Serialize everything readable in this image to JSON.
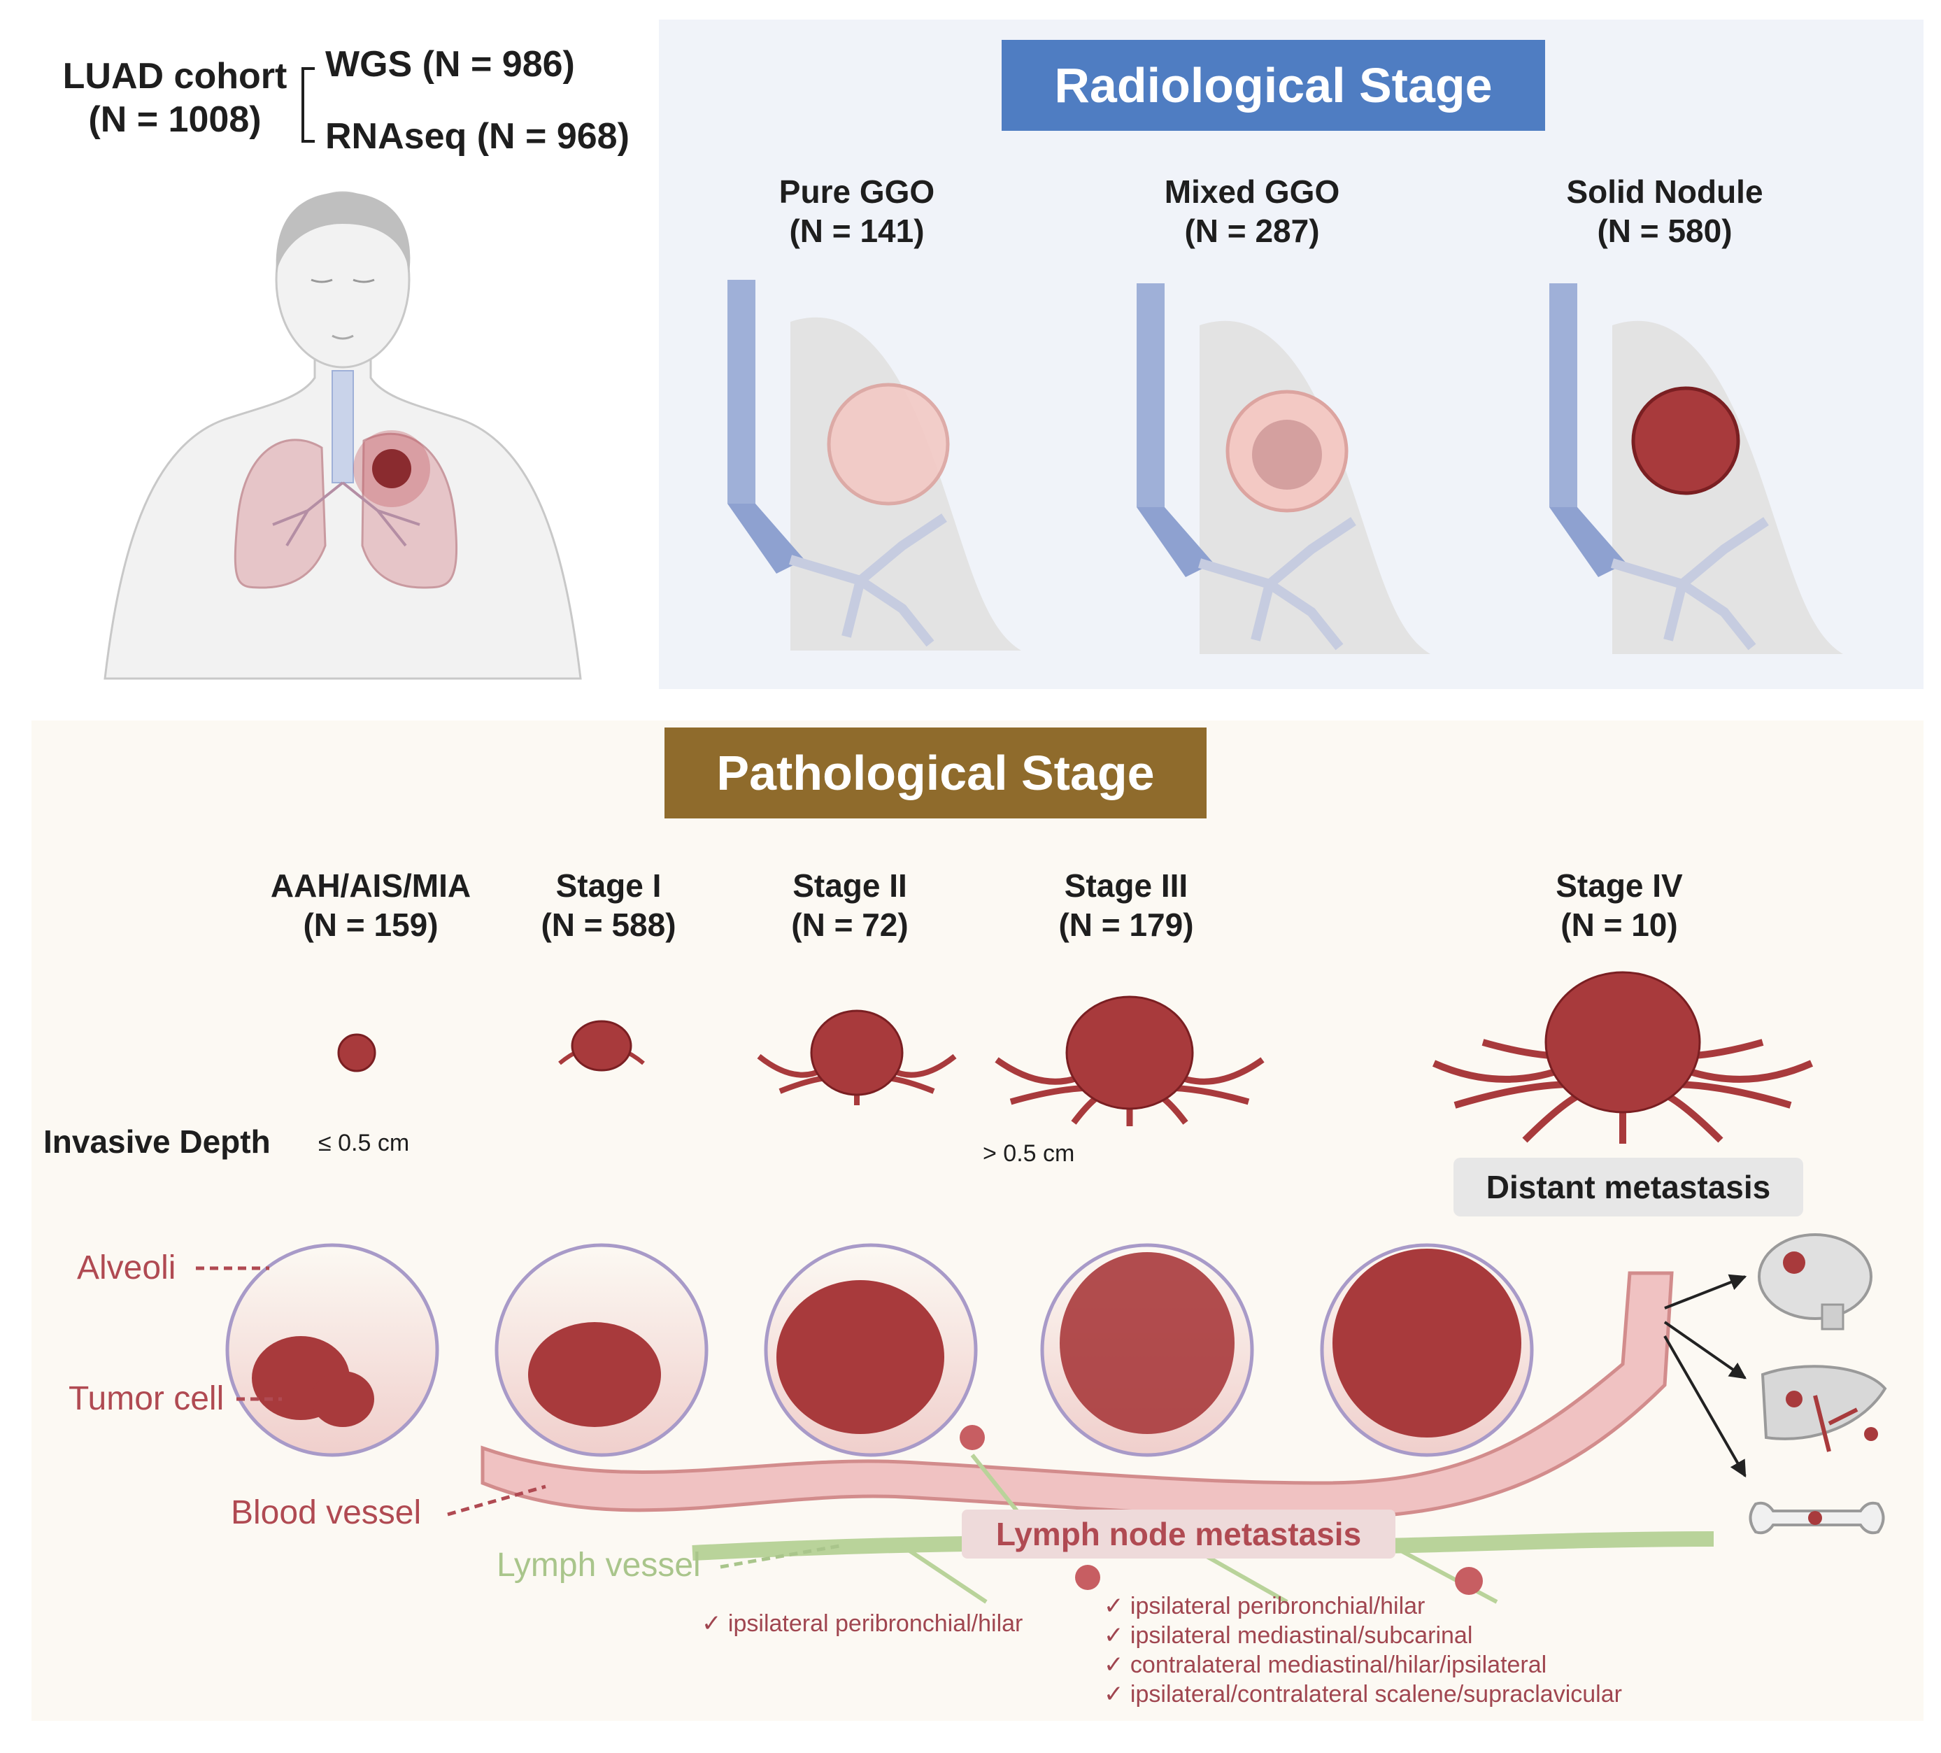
{
  "cohort": {
    "title": "LUAD cohort",
    "count": "(N = 1008)",
    "wgs": "WGS (N = 986)",
    "rnaseq": "RNAseq (N = 968)"
  },
  "radiological": {
    "banner": "Radiological Stage",
    "banner_color": "#4f7dc2",
    "panel_color": "#f0f3f9",
    "stages": [
      {
        "name": "Pure GGO",
        "count": "(N = 141)"
      },
      {
        "name": "Mixed GGO",
        "count": "(N = 287)"
      },
      {
        "name": "Solid Nodule",
        "count": "(N = 580)"
      }
    ]
  },
  "pathological": {
    "banner": "Pathological Stage",
    "banner_color": "#8f6b2c",
    "panel_color": "#fcf9f3",
    "stages": [
      {
        "name": "AAH/AIS/MIA",
        "count": "(N = 159)"
      },
      {
        "name": "Stage I",
        "count": "(N = 588)"
      },
      {
        "name": "Stage II",
        "count": "(N = 72)"
      },
      {
        "name": "Stage III",
        "count": "(N = 179)"
      },
      {
        "name": "Stage IV",
        "count": "(N = 10)"
      }
    ],
    "invasive_depth": {
      "label": "Invasive Depth",
      "shallow": "≤ 0.5 cm",
      "deep": "> 0.5 cm"
    },
    "labels": {
      "alveoli": "Alveoli",
      "tumor_cell": "Tumor cell",
      "blood_vessel": "Blood vessel",
      "lymph_vessel": "Lymph vessel",
      "distant_metastasis": "Distant metastasis",
      "lymph_node_metastasis": "Lymph node metastasis"
    },
    "n1_sites": [
      "✓ ipsilateral peribronchial/hilar"
    ],
    "n2_sites": [
      "✓ ipsilateral peribronchial/hilar",
      "✓ ipsilateral mediastinal/subcarinal",
      "✓ contralateral mediastinal/hilar/ipsilateral",
      "✓ ipsilateral/contralateral scalene/supraclavicular"
    ]
  },
  "colors": {
    "tumor": "#a83a3c",
    "tumor_light": "#f3c9c4",
    "vessel": "#e8b4b4",
    "lymph": "#b9d39a",
    "lung": "#d9d9d9"
  }
}
